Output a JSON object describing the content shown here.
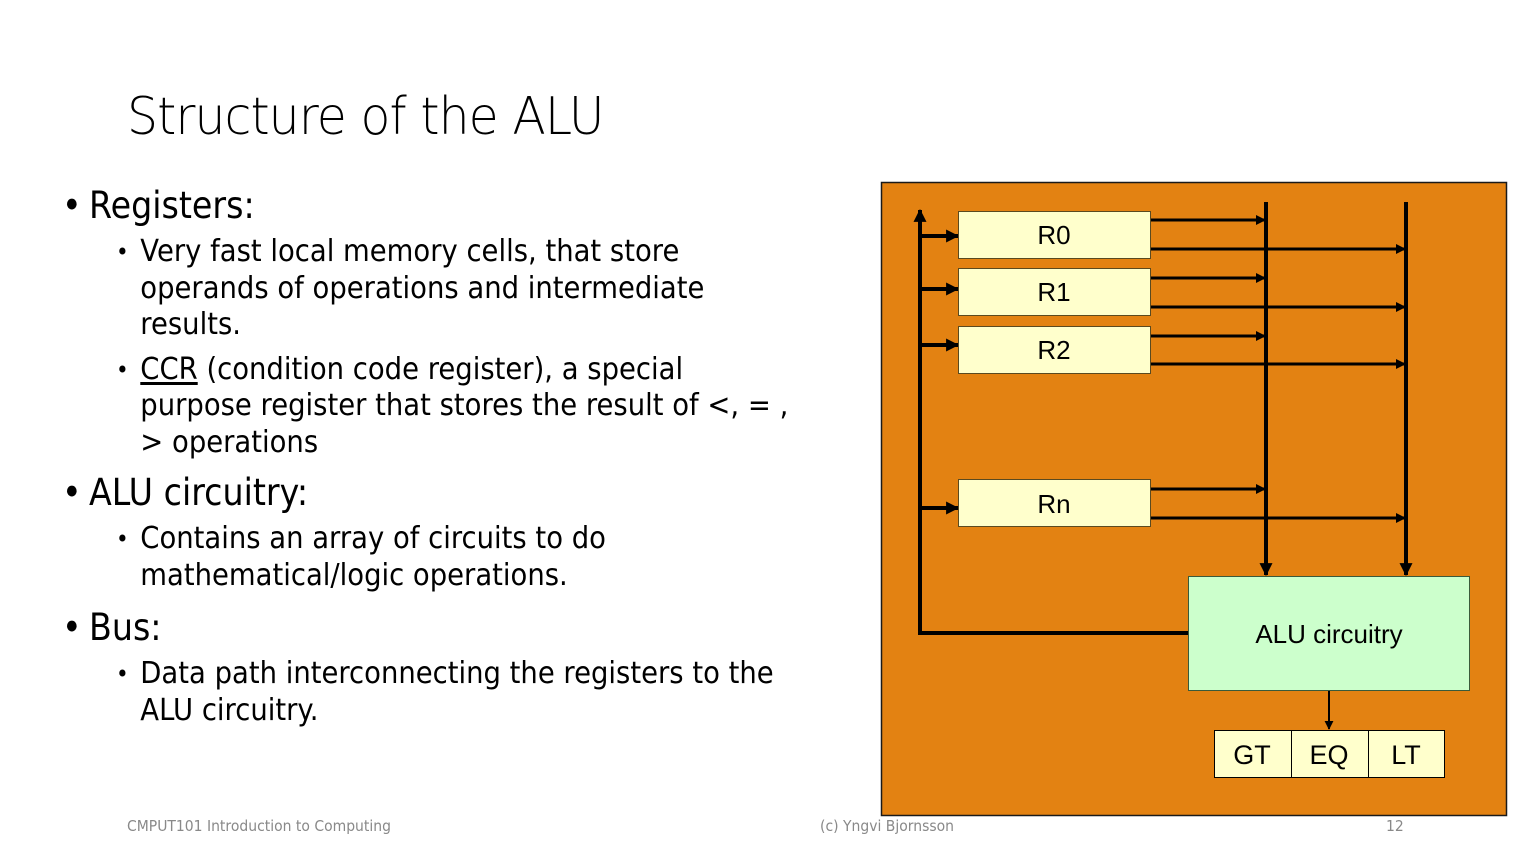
{
  "slide": {
    "title": "Structure of the ALU",
    "bullets": [
      {
        "heading": "Registers:",
        "subs": [
          {
            "lines": [
              "Very fast local memory cells, that store",
              "operands of operations and intermediate",
              "results."
            ]
          },
          {
            "underlined_prefix": "CCR",
            "lines": [
              " (condition code register), a special",
              "purpose register that stores the result of <, = ,",
              "> operations"
            ]
          }
        ]
      },
      {
        "heading": "ALU circuitry:",
        "subs": [
          {
            "lines": [
              "Contains an array of circuits to do",
              "mathematical/logic operations."
            ]
          }
        ]
      },
      {
        "heading": "Bus:",
        "subs": [
          {
            "lines": [
              "Data path interconnecting the registers to the",
              "ALU circuitry."
            ]
          }
        ]
      }
    ],
    "bullet_glyph": "•"
  },
  "diagram": {
    "background_color": "#E38212",
    "register_fill": "#FFFFCC",
    "alu_fill": "#CCFFCC",
    "registers": [
      "R0",
      "R1",
      "R2",
      "Rn"
    ],
    "alu_label": "ALU circuitry",
    "flags": [
      "GT",
      "EQ",
      "LT"
    ]
  },
  "footer": {
    "course": "CMPUT101 Introduction to Computing",
    "author": "(c) Yngvi Bjornsson",
    "page_number": "12"
  }
}
